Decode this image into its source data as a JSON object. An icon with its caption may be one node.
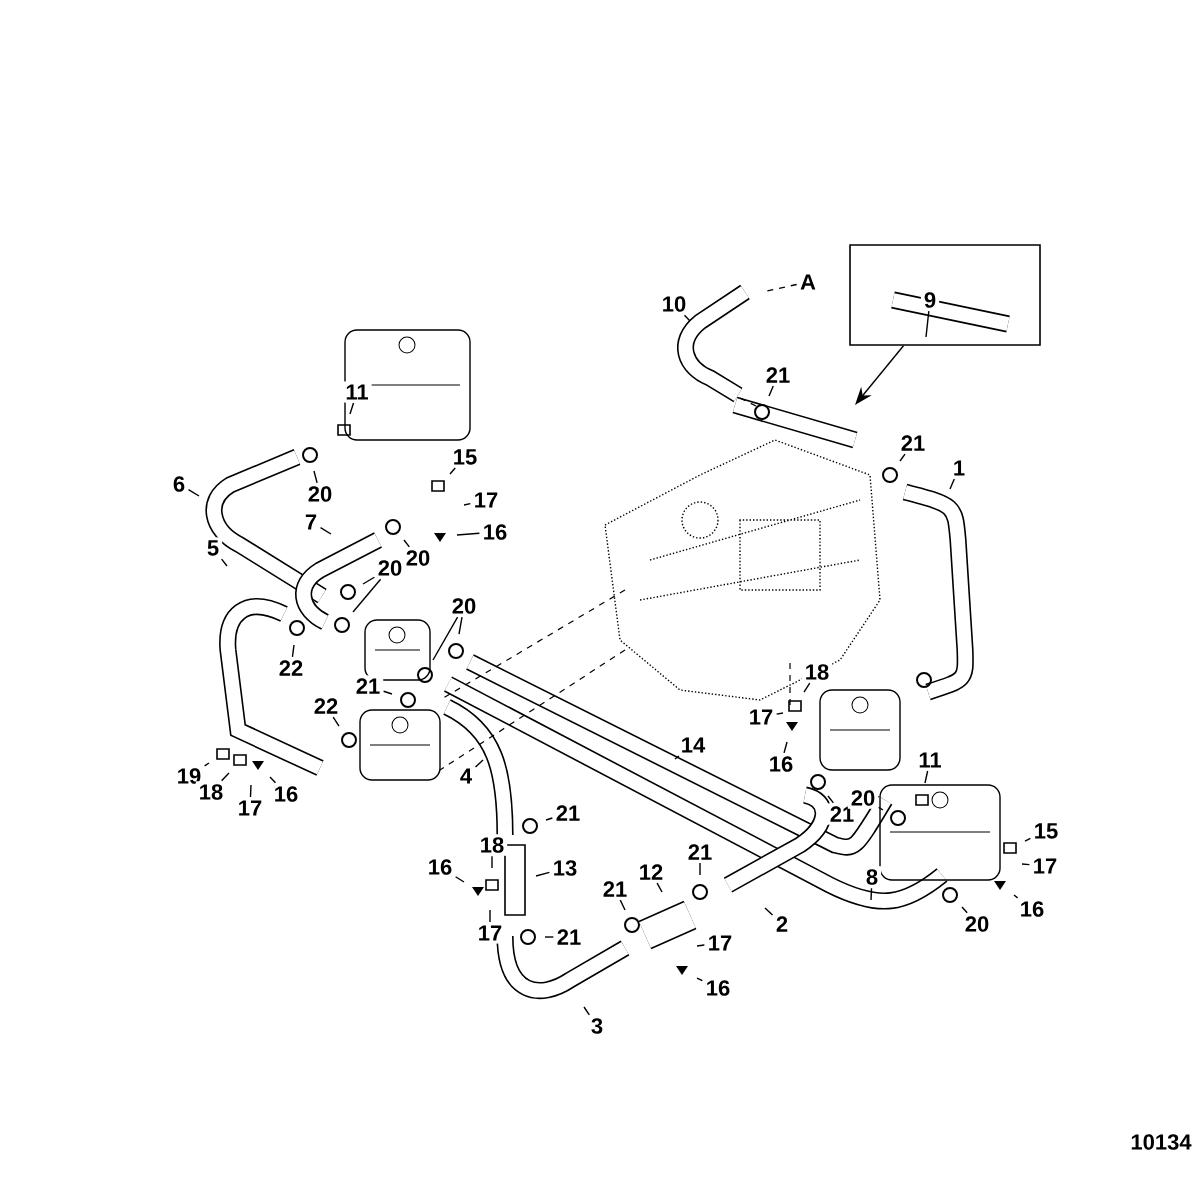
{
  "diagram": {
    "nodes": [
      {
        "text": [],
        "shape": "box"
      },
      {
        "text": [
          "9"
        ],
        "in": 0
      },
      {
        "text": [
          "10"
        ]
      },
      {
        "text": [
          "21"
        ]
      },
      {
        "text": [
          "21"
        ]
      },
      {
        "text": [
          "1"
        ]
      },
      {
        "text": [
          "11"
        ]
      },
      {
        "text": [
          "20"
        ]
      },
      {
        "text": [
          "6"
        ]
      },
      {
        "text": [
          "15"
        ]
      },
      {
        "text": [
          "17"
        ]
      },
      {
        "text": [
          "16"
        ]
      },
      {
        "text": [
          "7"
        ]
      },
      {
        "text": [
          "20"
        ]
      },
      {
        "text": [
          "5"
        ]
      },
      {
        "text": [
          "20"
        ]
      },
      {
        "text": [
          "20"
        ]
      },
      {
        "text": [
          "22"
        ]
      },
      {
        "text": [
          "21"
        ]
      },
      {
        "text": [
          "22"
        ]
      },
      {
        "text": [
          "18"
        ]
      },
      {
        "text": [
          "17"
        ]
      },
      {
        "text": [
          "16"
        ]
      },
      {
        "text": [
          "19"
        ]
      },
      {
        "text": [
          "18"
        ]
      },
      {
        "text": [
          "17"
        ]
      },
      {
        "text": [
          "16"
        ]
      },
      {
        "text": [
          "14"
        ]
      },
      {
        "text": [
          "4"
        ]
      },
      {
        "text": [
          "21"
        ]
      },
      {
        "text": [
          "11"
        ]
      },
      {
        "text": [
          "20"
        ]
      },
      {
        "text": [
          "21"
        ]
      },
      {
        "text": [
          "15"
        ]
      },
      {
        "text": [
          "17"
        ]
      },
      {
        "text": [
          "16"
        ]
      },
      {
        "text": [
          "16"
        ]
      },
      {
        "text": [
          "18"
        ]
      },
      {
        "text": [
          "13"
        ]
      },
      {
        "text": [
          "17"
        ]
      },
      {
        "text": [
          "12"
        ]
      },
      {
        "text": [
          "21"
        ]
      },
      {
        "text": [
          "2"
        ]
      },
      {
        "text": [
          "8"
        ]
      },
      {
        "text": [
          "20"
        ]
      },
      {
        "text": [
          "21"
        ]
      },
      {
        "text": [
          "21"
        ]
      },
      {
        "text": [
          "17"
        ]
      },
      {
        "text": [
          "16"
        ]
      },
      {
        "text": [
          "3"
        ]
      },
      {
        "text": [
          "A"
        ]
      }
    ],
    "edges": [
      {
        "from": 0,
        "to": null,
        "arrow": "to"
      },
      {
        "from": 1,
        "to": null,
        "arrow": "none"
      },
      {
        "from": 2,
        "to": null,
        "arrow": "none"
      },
      {
        "from": 3,
        "to": null,
        "arrow": "none"
      },
      {
        "from": 4,
        "to": null,
        "arrow": "none"
      },
      {
        "from": 5,
        "to": null,
        "arrow": "none"
      },
      {
        "from": 6,
        "to": null,
        "arrow": "none"
      },
      {
        "from": 7,
        "to": null,
        "arrow": "none"
      },
      {
        "from": 8,
        "to": null,
        "arrow": "none"
      },
      {
        "from": 9,
        "to": null,
        "arrow": "none"
      },
      {
        "from": 10,
        "to": null,
        "arrow": "none"
      },
      {
        "from": 11,
        "to": null,
        "arrow": "none"
      },
      {
        "from": 12,
        "to": null,
        "arrow": "none"
      },
      {
        "from": 13,
        "to": null,
        "arrow": "none"
      },
      {
        "from": 14,
        "to": null,
        "arrow": "none"
      },
      {
        "from": 15,
        "to": null,
        "arrow": "none"
      },
      {
        "from": 15,
        "to": null,
        "arrow": "none"
      },
      {
        "from": 16,
        "to": null,
        "arrow": "none"
      },
      {
        "from": 16,
        "to": null,
        "arrow": "none"
      },
      {
        "from": 17,
        "to": null,
        "arrow": "none"
      },
      {
        "from": 18,
        "to": null,
        "arrow": "none"
      },
      {
        "from": 19,
        "to": null,
        "arrow": "none"
      },
      {
        "from": 20,
        "to": null,
        "arrow": "none"
      },
      {
        "from": 21,
        "to": null,
        "arrow": "none"
      },
      {
        "from": 22,
        "to": null,
        "arrow": "none"
      },
      {
        "from": 23,
        "to": null,
        "arrow": "none"
      },
      {
        "from": 24,
        "to": null,
        "arrow": "none"
      },
      {
        "from": 25,
        "to": null,
        "arrow": "none"
      },
      {
        "from": 26,
        "to": null,
        "arrow": "none"
      },
      {
        "from": 27,
        "to": null,
        "arrow": "none"
      },
      {
        "from": 28,
        "to": null,
        "arrow": "none"
      },
      {
        "from": 29,
        "to": null,
        "arrow": "none"
      },
      {
        "from": 30,
        "to": null,
        "arrow": "none"
      },
      {
        "from": 31,
        "to": null,
        "arrow": "none"
      },
      {
        "from": 32,
        "to": null,
        "arrow": "none"
      },
      {
        "from": 33,
        "to": null,
        "arrow": "none"
      },
      {
        "from": 34,
        "to": null,
        "arrow": "none"
      },
      {
        "from": 35,
        "to": null,
        "arrow": "none"
      },
      {
        "from": 36,
        "to": null,
        "arrow": "none"
      },
      {
        "from": 37,
        "to": null,
        "arrow": "none"
      },
      {
        "from": 38,
        "to": null,
        "arrow": "none"
      },
      {
        "from": 39,
        "to": null,
        "arrow": "none"
      },
      {
        "from": 40,
        "to": null,
        "arrow": "none"
      },
      {
        "from": 41,
        "to": null,
        "arrow": "none"
      },
      {
        "from": 42,
        "to": null,
        "arrow": "none"
      },
      {
        "from": 43,
        "to": null,
        "arrow": "none"
      },
      {
        "from": 44,
        "to": null,
        "arrow": "none"
      },
      {
        "from": 45,
        "to": null,
        "arrow": "none"
      },
      {
        "from": 46,
        "to": null,
        "arrow": "none"
      },
      {
        "from": 47,
        "to": null,
        "arrow": "none"
      },
      {
        "from": 48,
        "to": null,
        "arrow": "none"
      },
      {
        "from": 49,
        "to": null,
        "arrow": "none"
      },
      {
        "from": 50,
        "to": null,
        "arrow": "none",
        "style": "dashed"
      }
    ],
    "labels": [
      "10134"
    ]
  }
}
